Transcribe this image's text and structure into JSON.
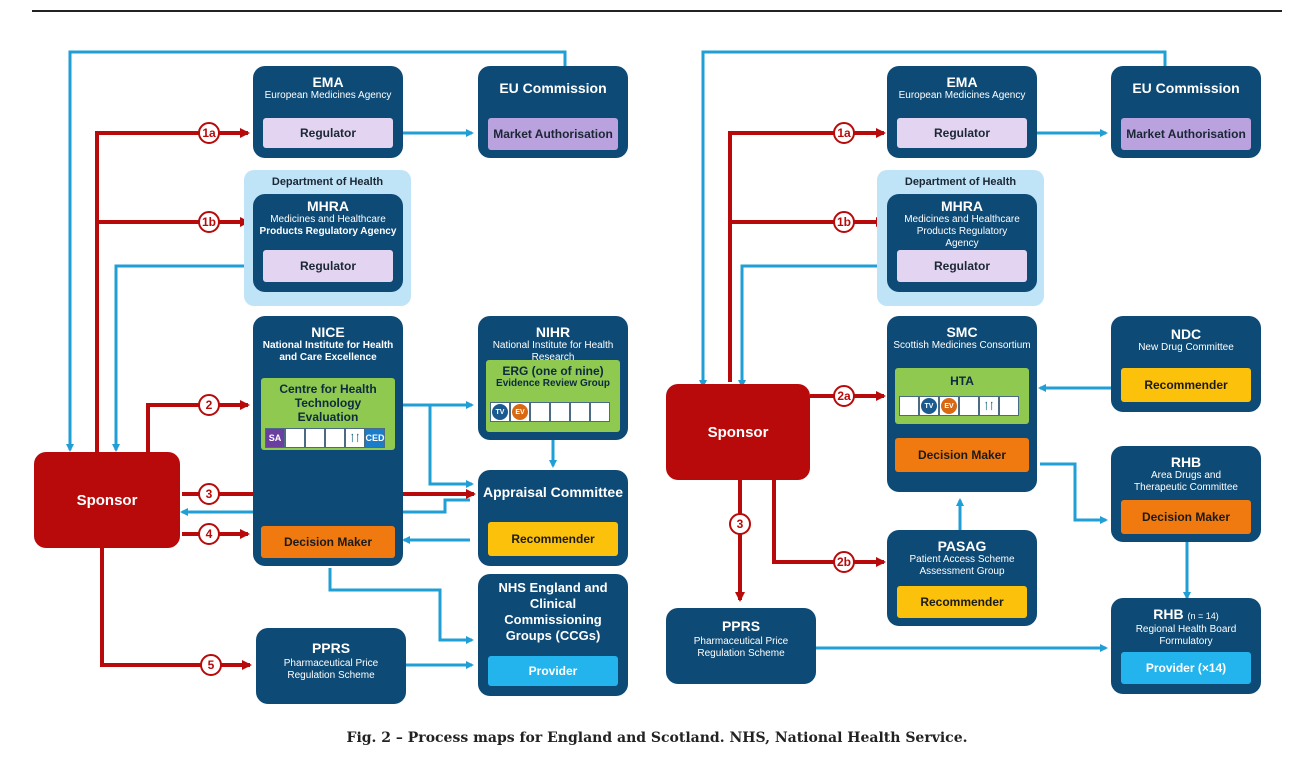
{
  "england": {
    "ema": {
      "title": "EMA",
      "subtitle": "European Medicines Agency",
      "inner": "Regulator"
    },
    "euc": {
      "title": "EU Commission",
      "inner": "Market Authorisation"
    },
    "doh": "Department of Health",
    "mhra": {
      "title": "MHRA",
      "sub1": "Medicines and Healthcare",
      "sub2": "Products Regulatory Agency",
      "inner": "Regulator"
    },
    "nice": {
      "title": "NICE",
      "sub": "National Institute for Health and Care Excellence",
      "green": "Centre for Health Technology Evaluation",
      "decision": "Decision Maker"
    },
    "nihr": {
      "title": "NIHR",
      "sub": "National Institute for Health Research",
      "green": "ERG (one of nine)",
      "green_sub": "Evidence Review Group"
    },
    "appraisal": {
      "title": "Appraisal Committee",
      "inner": "Recommender"
    },
    "nhse": {
      "title": "NHS England and Clinical Commissioning Groups (CCGs)",
      "inner": "Provider"
    },
    "pprs": {
      "title": "PPRS",
      "sub": "Pharmaceutical Price Regulation Scheme"
    },
    "sponsor": "Sponsor",
    "badges": [
      "1a",
      "1b",
      "2",
      "3",
      "4",
      "5"
    ],
    "icons": {
      "sa": "SA",
      "ced": "CED",
      "tv": "TV",
      "ev": "EV"
    }
  },
  "scotland": {
    "ema": {
      "title": "EMA",
      "subtitle": "European Medicines Agency",
      "inner": "Regulator"
    },
    "euc": {
      "title": "EU Commission",
      "inner": "Market Authorisation"
    },
    "doh": "Department of Health",
    "mhra": {
      "title": "MHRA",
      "sub": "Medicines and Healthcare Products Regulatory Agency",
      "inner": "Regulator"
    },
    "smc": {
      "title": "SMC",
      "sub": "Scottish Medicines Consortium",
      "green": "HTA",
      "decision": "Decision Maker"
    },
    "ndc": {
      "title": "NDC",
      "sub": "New Drug Committee",
      "inner": "Recommender"
    },
    "rhb1": {
      "title": "RHB",
      "sub": "Area Drugs and Therapeutic Committee",
      "inner": "Decision Maker"
    },
    "pasag": {
      "title": "PASAG",
      "sub": "Patient Access Scheme Assessment Group",
      "inner": "Recommender"
    },
    "rhb2": {
      "title": "RHB",
      "title_n": "(n = 14)",
      "sub": "Regional Health Board Formulatory",
      "inner": "Provider (×14)"
    },
    "pprs": {
      "title": "PPRS",
      "sub": "Pharmaceutical Price Regulation Scheme"
    },
    "sponsor": "Sponsor",
    "badges": [
      "1a",
      "1b",
      "2a",
      "2b",
      "3"
    ],
    "icons": {
      "tv": "TV",
      "ev": "EV"
    }
  },
  "caption": "Fig. 2 – Process maps for England and Scotland. NHS, National Health Service.",
  "colors": {
    "blue_box": "#0d4a75",
    "red": "#b80a0a",
    "arrow_blue": "#1f9fd6",
    "green": "#8fc94f"
  }
}
